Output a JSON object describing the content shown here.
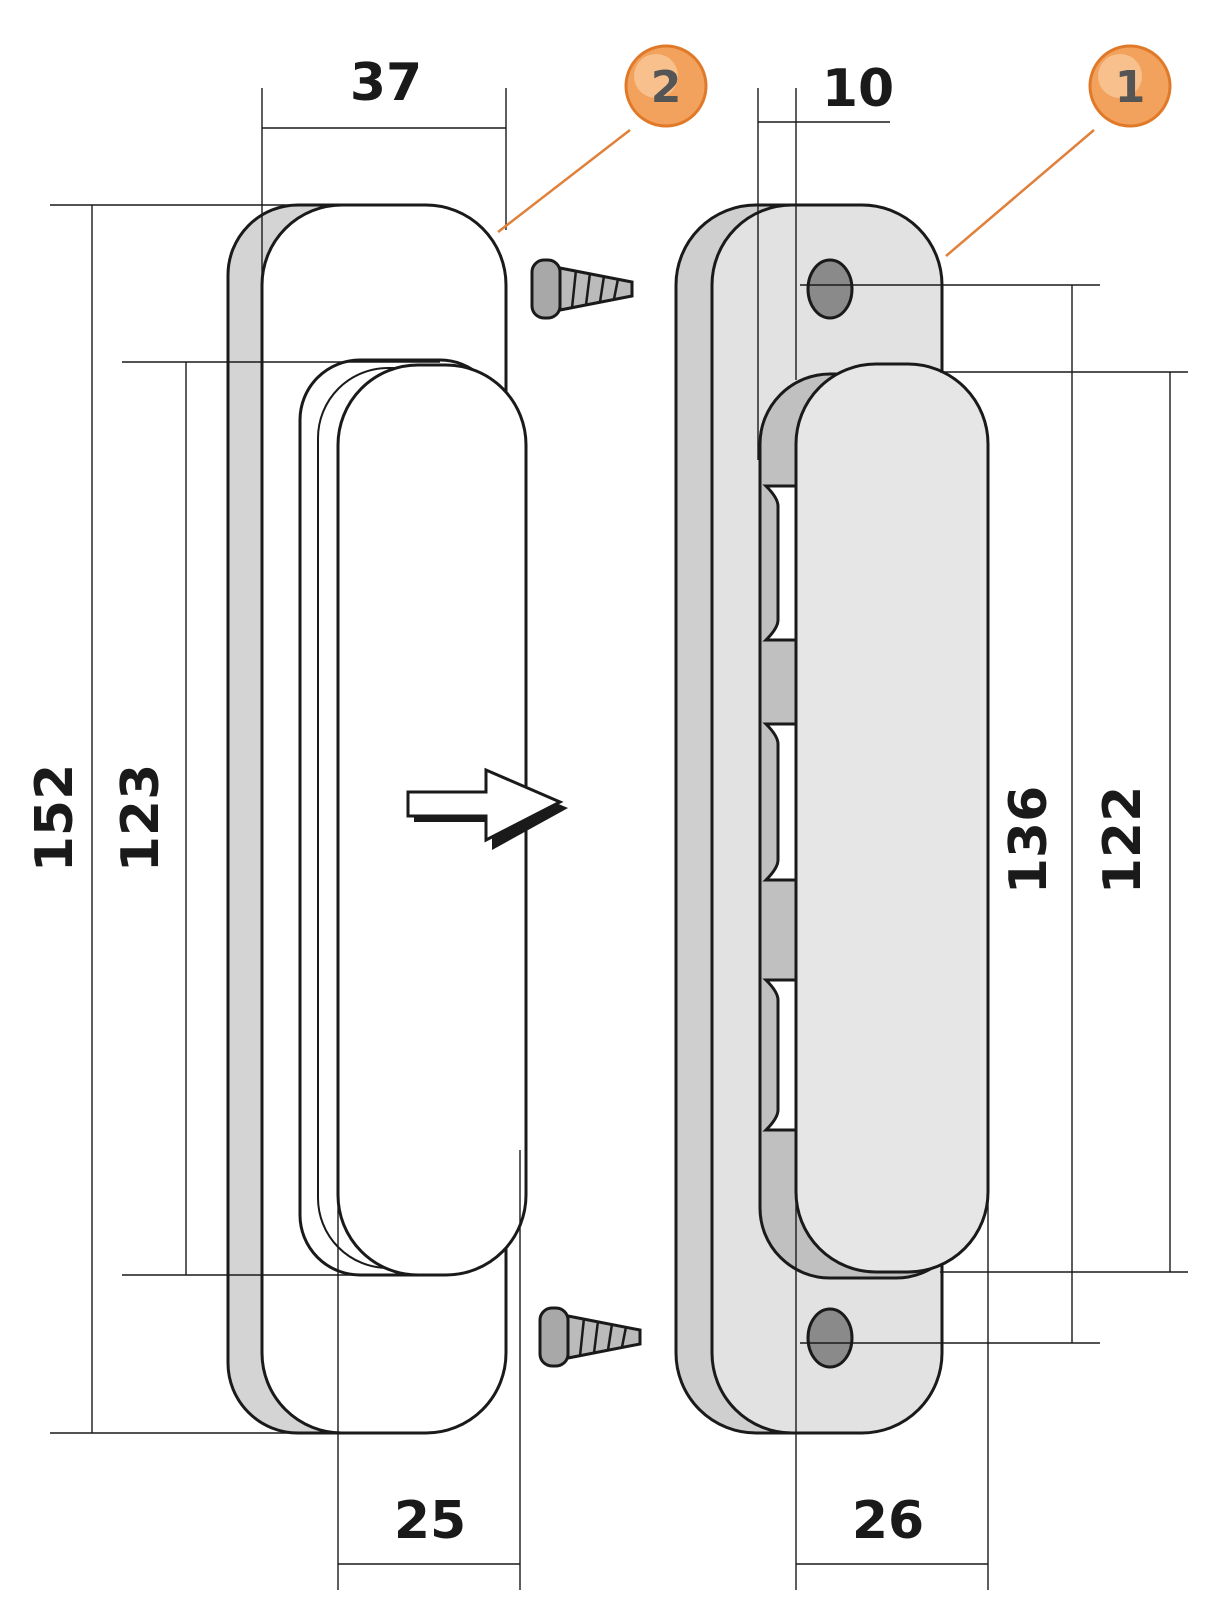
{
  "dimensions": {
    "handle_width": "37",
    "handle_height": "152",
    "handle_inner_height": "123",
    "handle_bottom_width": "25",
    "plate_offset": "10",
    "plate_screw_spacing": "136",
    "plate_inner_height": "122",
    "plate_bottom_width": "26"
  },
  "markers": {
    "left_part": "2",
    "right_part": "1"
  },
  "colors": {
    "marker_fill": "#f2a25c",
    "marker_stroke": "#e07a2a",
    "leader_line": "#e0803a",
    "part_face": "#ffffff",
    "part_side": "#d4d4d4",
    "plate_face": "#e2e2e2",
    "plate_recess": "#c0c0c0",
    "screw": "#9a9a9a"
  },
  "icons": [
    "screw-icon",
    "arrow-icon"
  ]
}
